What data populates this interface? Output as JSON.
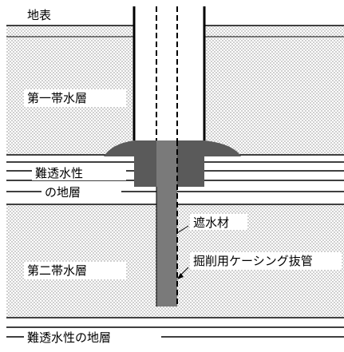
{
  "labels": {
    "ground_surface": "地表",
    "aquifer_1": "第一帯水層",
    "impermeable_1_line1": "難透水性",
    "impermeable_1_line2": "の地層",
    "aquifer_2": "第二帯水層",
    "sealing_material": "遮水材",
    "casing_removal": "掘削用ケーシング抜管",
    "impermeable_2": "難透水性の地層"
  },
  "colors": {
    "dot_pattern": "#888888",
    "seal_dark": "#5a5a5a",
    "seal_mid": "#7a7a7a",
    "line": "#000000"
  }
}
